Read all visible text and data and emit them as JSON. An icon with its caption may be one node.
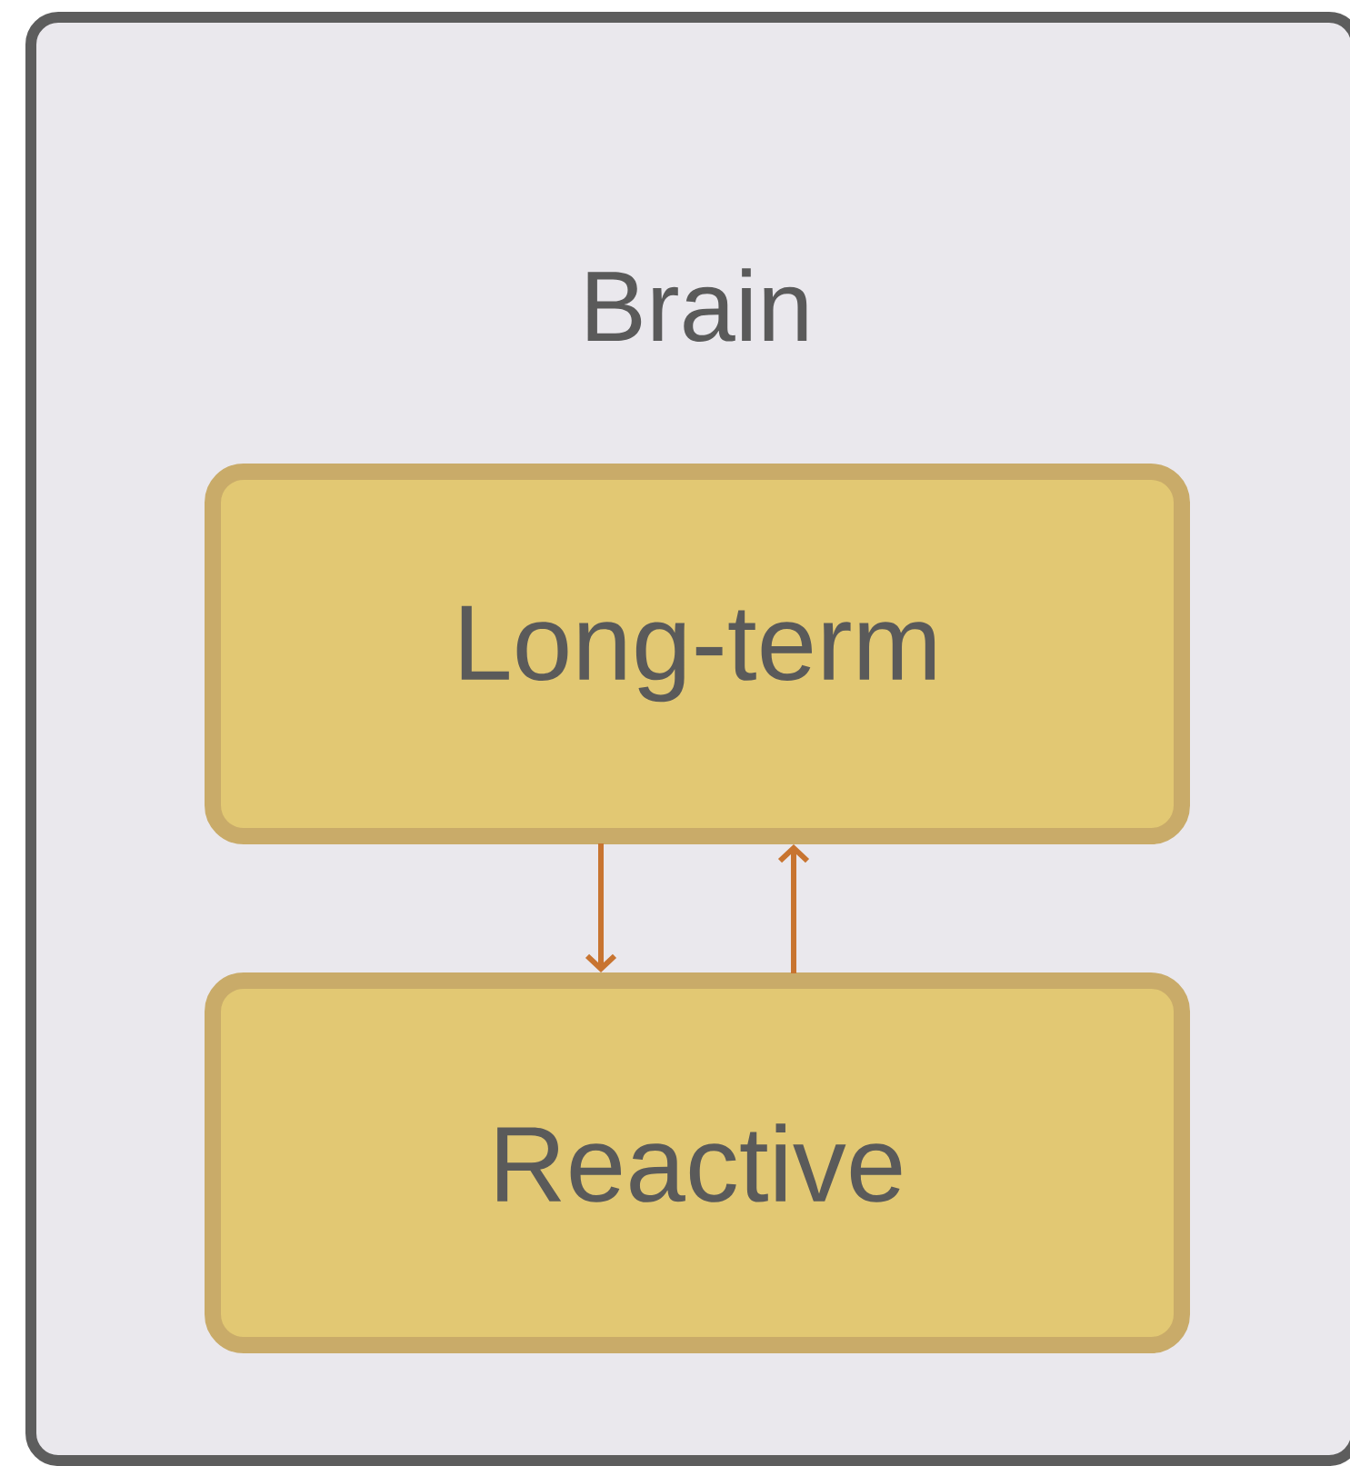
{
  "diagram": {
    "nodes": [
      {
        "text": [
          "Brain"
        ]
      },
      {
        "text": [
          "Long-term"
        ],
        "in": 0
      },
      {
        "text": [
          "Reactive"
        ],
        "in": 0
      }
    ],
    "edges": [
      {
        "from": 1,
        "to": 2,
        "arrow": "to"
      },
      {
        "from": 2,
        "to": 1,
        "arrow": "to"
      }
    ]
  }
}
